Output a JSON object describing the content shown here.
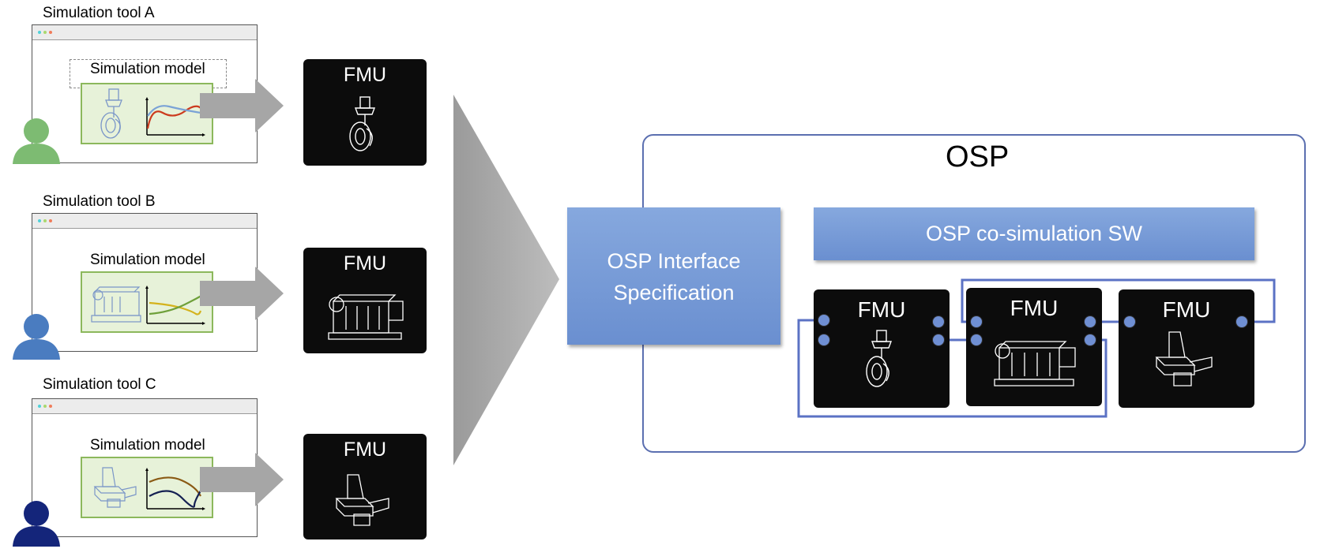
{
  "tools": [
    {
      "title": "Simulation tool A",
      "model_label": "Simulation model",
      "fmu_label": "FMU",
      "user_color": "#7dbb72",
      "curve_colors": [
        "#cc3b1e",
        "#7ba3d6"
      ]
    },
    {
      "title": "Simulation tool B",
      "model_label": "Simulation model",
      "fmu_label": "FMU",
      "user_color": "#4a7cc0",
      "curve_colors": [
        "#d4b21c",
        "#6ea03a"
      ]
    },
    {
      "title": "Simulation tool C",
      "model_label": "Simulation model",
      "fmu_label": "FMU",
      "user_color": "#14257a",
      "curve_colors": [
        "#8a5a14",
        "#152052"
      ]
    }
  ],
  "osp": {
    "title": "OSP",
    "interface_line1": "OSP Interface",
    "interface_line2": "Specification",
    "cosim_label": "OSP co-simulation SW",
    "fmus": [
      "FMU",
      "FMU",
      "FMU"
    ]
  },
  "colors": {
    "fmu_background": "#0c0c0c",
    "osp_blue": "#6a8fd0",
    "connection_line": "#5b72c4",
    "model_green_fill": "#e7f2d9",
    "model_green_border": "#8cb85c",
    "arrow_gray": "#a6a6a6"
  }
}
